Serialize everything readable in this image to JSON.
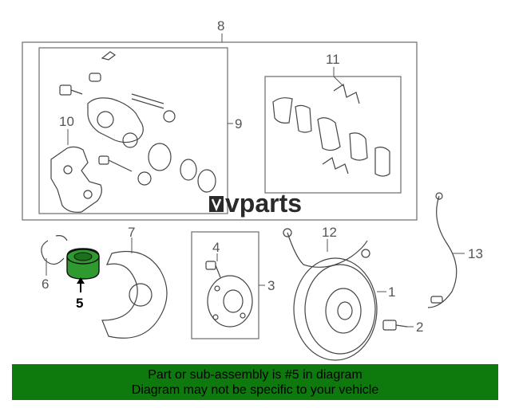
{
  "diagram": {
    "callouts": {
      "c1": "1",
      "c2": "2",
      "c3": "3",
      "c4": "4",
      "c5": "5",
      "c6": "6",
      "c7": "7",
      "c8": "8",
      "c9": "9",
      "c10": "10",
      "c11": "11",
      "c12": "12",
      "c13": "13"
    },
    "highlighted_part": "5",
    "highlight_color": "#2f9a2f"
  },
  "watermark": {
    "text": "vparts"
  },
  "banner": {
    "line1": "Part or sub-assembly is #5 in diagram",
    "line2": "Diagram may not be specific to your vehicle",
    "background": "#0e7a0e"
  }
}
